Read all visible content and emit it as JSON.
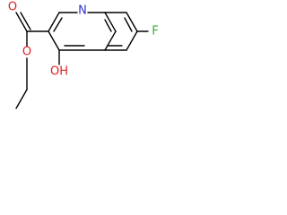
{
  "molecule": {
    "atoms": {
      "nitrogen": "N",
      "fluorine": "F",
      "ester_oxygen_single": "O",
      "ester_oxygen_double": "O",
      "hydroxyl": "OH"
    },
    "colors": {
      "bond": "#000000",
      "nitrogen": "#3030d0",
      "oxygen": "#e02020",
      "fluorine": "#30b030"
    }
  }
}
